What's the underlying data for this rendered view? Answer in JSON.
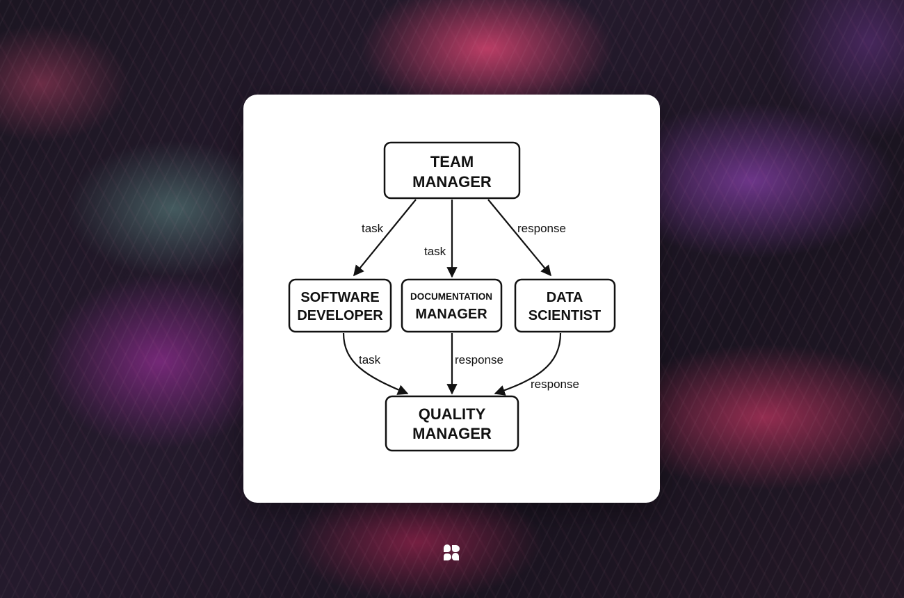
{
  "diagram": {
    "nodes": {
      "team_manager": {
        "line1": "TEAM",
        "line2": "MANAGER"
      },
      "software_developer": {
        "line1": "SOFTWARE",
        "line2": "DEVELOPER"
      },
      "documentation_manager": {
        "line1": "DOCUMENTATION",
        "line2": "MANAGER"
      },
      "data_scientist": {
        "line1": "DATA",
        "line2": "SCIENTIST"
      },
      "quality_manager": {
        "line1": "QUALITY",
        "line2": "MANAGER"
      }
    },
    "edges": {
      "team_to_dev": "task",
      "team_to_doc": "task",
      "team_to_data": "response",
      "dev_to_quality": "task",
      "doc_to_quality": "response",
      "data_to_quality": "response"
    }
  },
  "branding": {
    "logo_icon": "four-petal-logo-icon"
  }
}
